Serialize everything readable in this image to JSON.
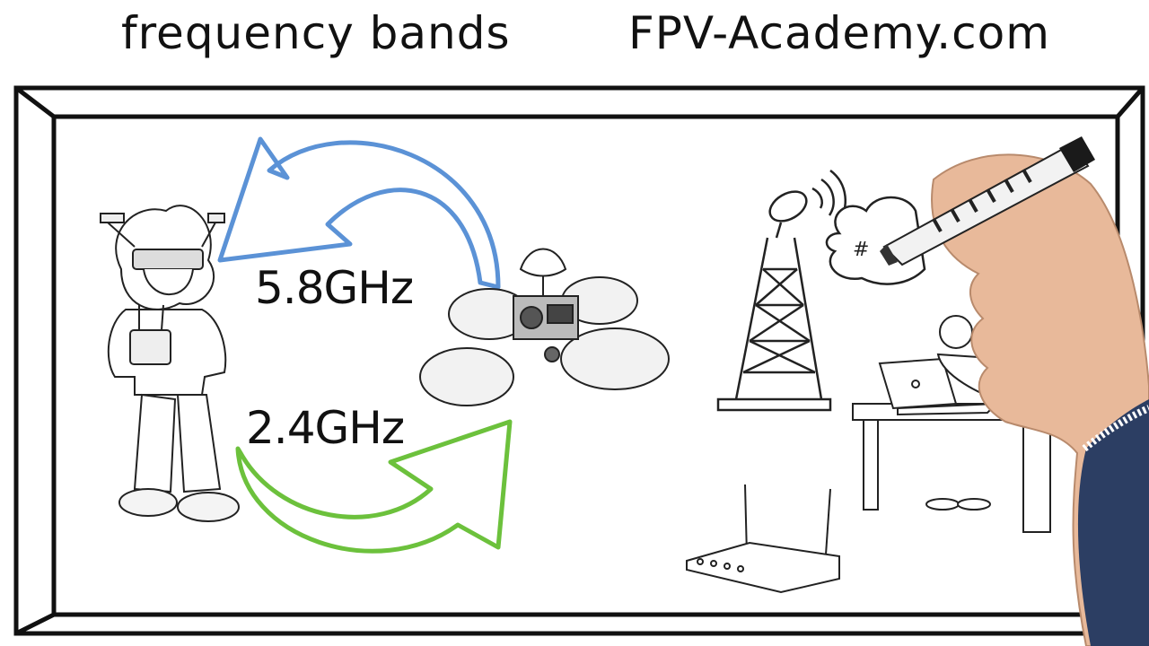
{
  "title": {
    "left": "frequency bands",
    "right": "FPV-Academy.com"
  },
  "labels": {
    "upper_band": "5.8GHz",
    "lower_band": "2.4GHz",
    "cloud_symbol": "#"
  },
  "colors": {
    "upper_arrow": "#5b92d6",
    "lower_arrow": "#6cc13c",
    "frame": "#111111",
    "sleeve": "#2c3e63",
    "skin": "#e8b99a",
    "marker_body": "#f2f2f2",
    "marker_cap": "#1a1a1a"
  },
  "icons": [
    "pilot-with-goggles-icon",
    "quadcopter-drone-icon",
    "radio-tower-icon",
    "cloud-icon",
    "laptop-user-icon",
    "wifi-router-icon",
    "hand-with-marker-icon"
  ]
}
